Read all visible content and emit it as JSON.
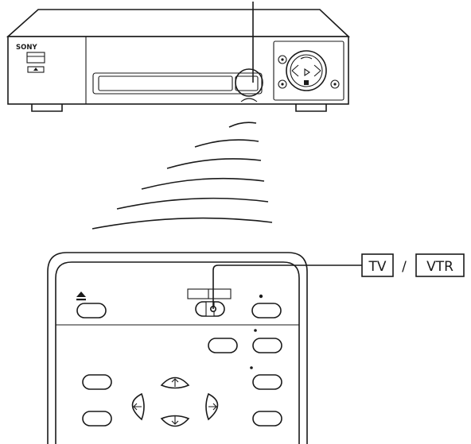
{
  "vcr": {
    "brand": "SONY"
  },
  "remote": {
    "switch_labels": {
      "left": "TV",
      "separator": "/",
      "right": "VTR"
    }
  }
}
